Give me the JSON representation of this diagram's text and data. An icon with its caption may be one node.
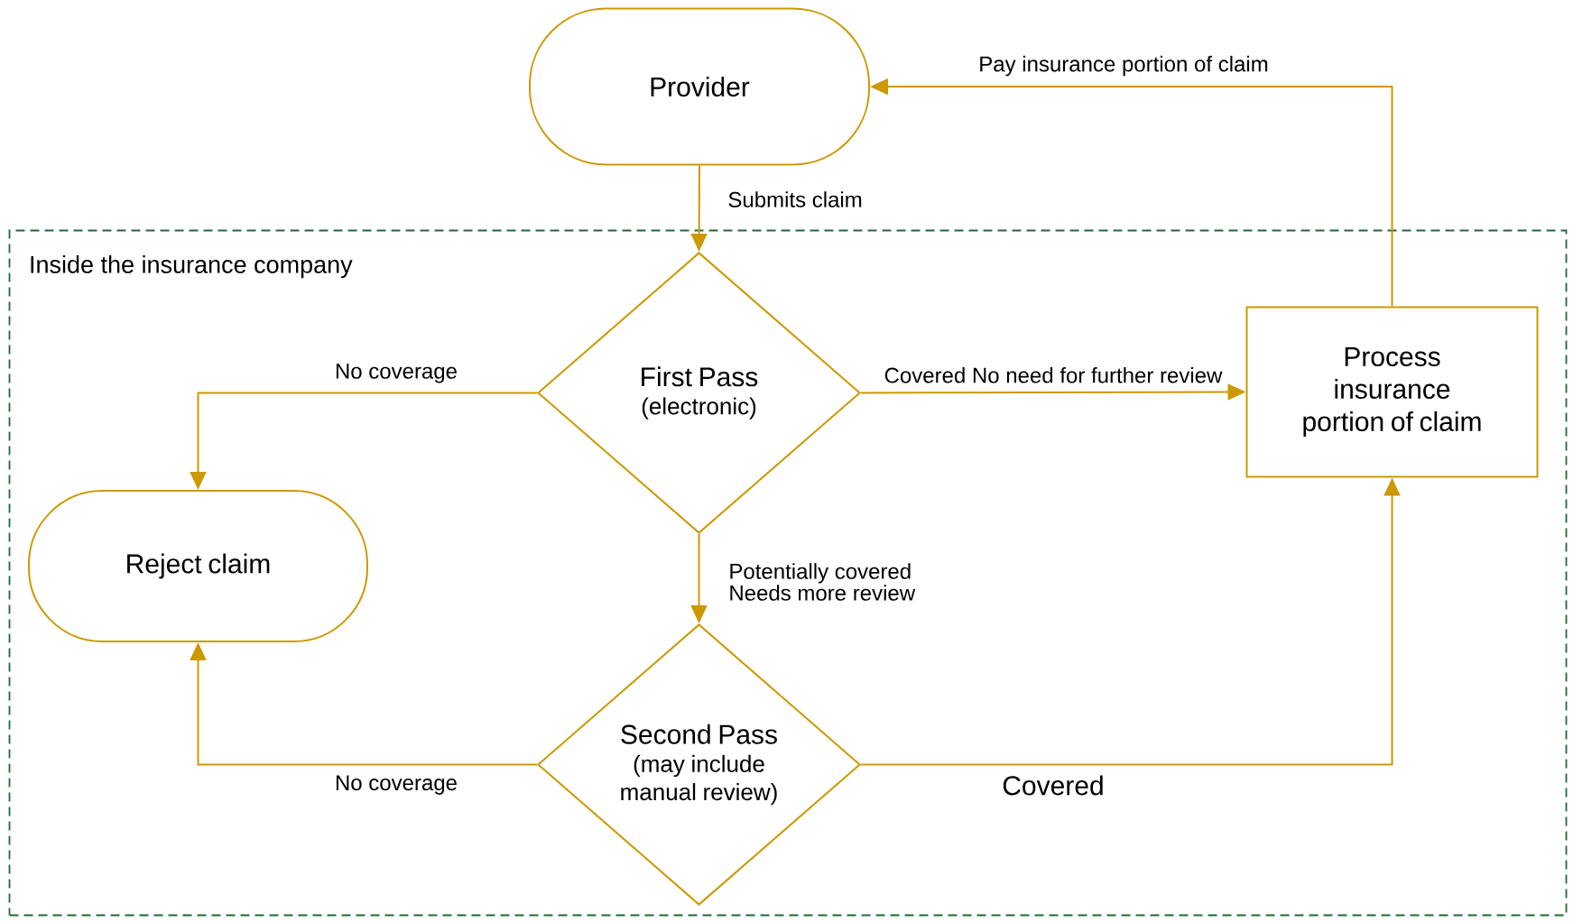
{
  "diagram": {
    "nodes": [
      {
        "text": [
          "Provider"
        ]
      },
      {
        "text": [
          "Inside the insurance company"
        ]
      },
      {
        "text": [
          "First Pass",
          "(electronic)"
        ],
        "in": 1
      },
      {
        "text": [
          "Process insurance portion of claim"
        ],
        "in": 1
      },
      {
        "text": [
          "Reject claim"
        ],
        "in": 1
      },
      {
        "text": [
          "Second Pass",
          "(may include manual review)"
        ],
        "in": 1
      }
    ],
    "edges": [
      {
        "from": 0,
        "to": 2,
        "arrow": "to",
        "label": "Submits claim"
      },
      {
        "from": 2,
        "to": 4,
        "arrow": "to",
        "label": "No coverage"
      },
      {
        "from": 2,
        "to": 3,
        "arrow": "to",
        "label": "Covered No need for further review"
      },
      {
        "from": 2,
        "to": 5,
        "arrow": "to",
        "label": "Potentially covered Needs more review"
      },
      {
        "from": 5,
        "to": 4,
        "arrow": "to",
        "label": "No coverage"
      },
      {
        "from": 5,
        "to": 3,
        "arrow": "to",
        "label": "Covered"
      },
      {
        "from": 3,
        "to": 0,
        "arrow": "to",
        "label": "Pay insurance portion of claim"
      }
    ]
  }
}
